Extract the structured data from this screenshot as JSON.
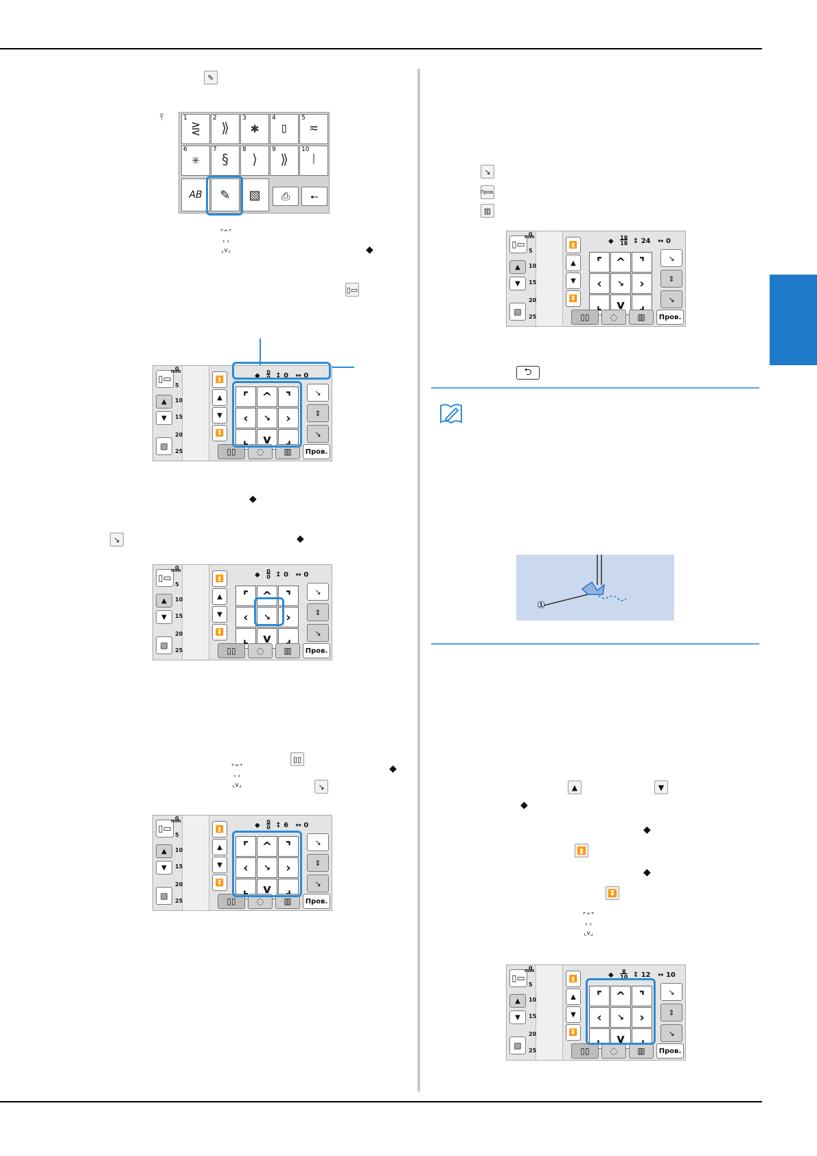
{
  "icons": {
    "pattern": "pattern-icon",
    "pointer": "needle-pointer-icon",
    "image": "image-icon",
    "back": "back-icon",
    "memo": "memo-icon"
  },
  "colors": {
    "accent": "#2a8bd8",
    "tab": "#1f7ac9",
    "illustration_bg": "#cbd9ef"
  },
  "selection_panel": {
    "cells": [
      {
        "num": "1",
        "glyph": "⋛"
      },
      {
        "num": "2",
        "glyph": "⟫"
      },
      {
        "num": "3",
        "glyph": "✱"
      },
      {
        "num": "4",
        "glyph": "▯"
      },
      {
        "num": "5",
        "glyph": "≂"
      },
      {
        "num": "6",
        "glyph": "✳"
      },
      {
        "num": "7",
        "glyph": "§"
      },
      {
        "num": "8",
        "glyph": "⟩"
      },
      {
        "num": "9",
        "glyph": "⟫"
      },
      {
        "num": "10",
        "glyph": "⦚"
      }
    ],
    "letters_label": "AB"
  },
  "screens": {
    "s1": {
      "needle_top": "0",
      "needle_bot": "0",
      "updown": "0",
      "leftright": "0"
    },
    "s2": {
      "needle_top": "0",
      "needle_bot": "0",
      "updown": "0",
      "leftright": "0"
    },
    "s3": {
      "needle_top": "0",
      "needle_bot": "0",
      "updown": "6",
      "leftright": "0"
    },
    "s4": {
      "needle_top": "18",
      "needle_bot": "18",
      "updown": "24",
      "leftright": "0"
    },
    "s5": {
      "needle_top": "8",
      "needle_bot": "10",
      "updown": "12",
      "leftright": "10"
    }
  },
  "ruler": {
    "mm": "mm",
    "t0": "0",
    "t5": "5",
    "t10": "10",
    "t15": "15",
    "t20": "20",
    "t25": "25"
  },
  "provision_label": "Пров.",
  "illustration": {
    "callout": "①"
  }
}
